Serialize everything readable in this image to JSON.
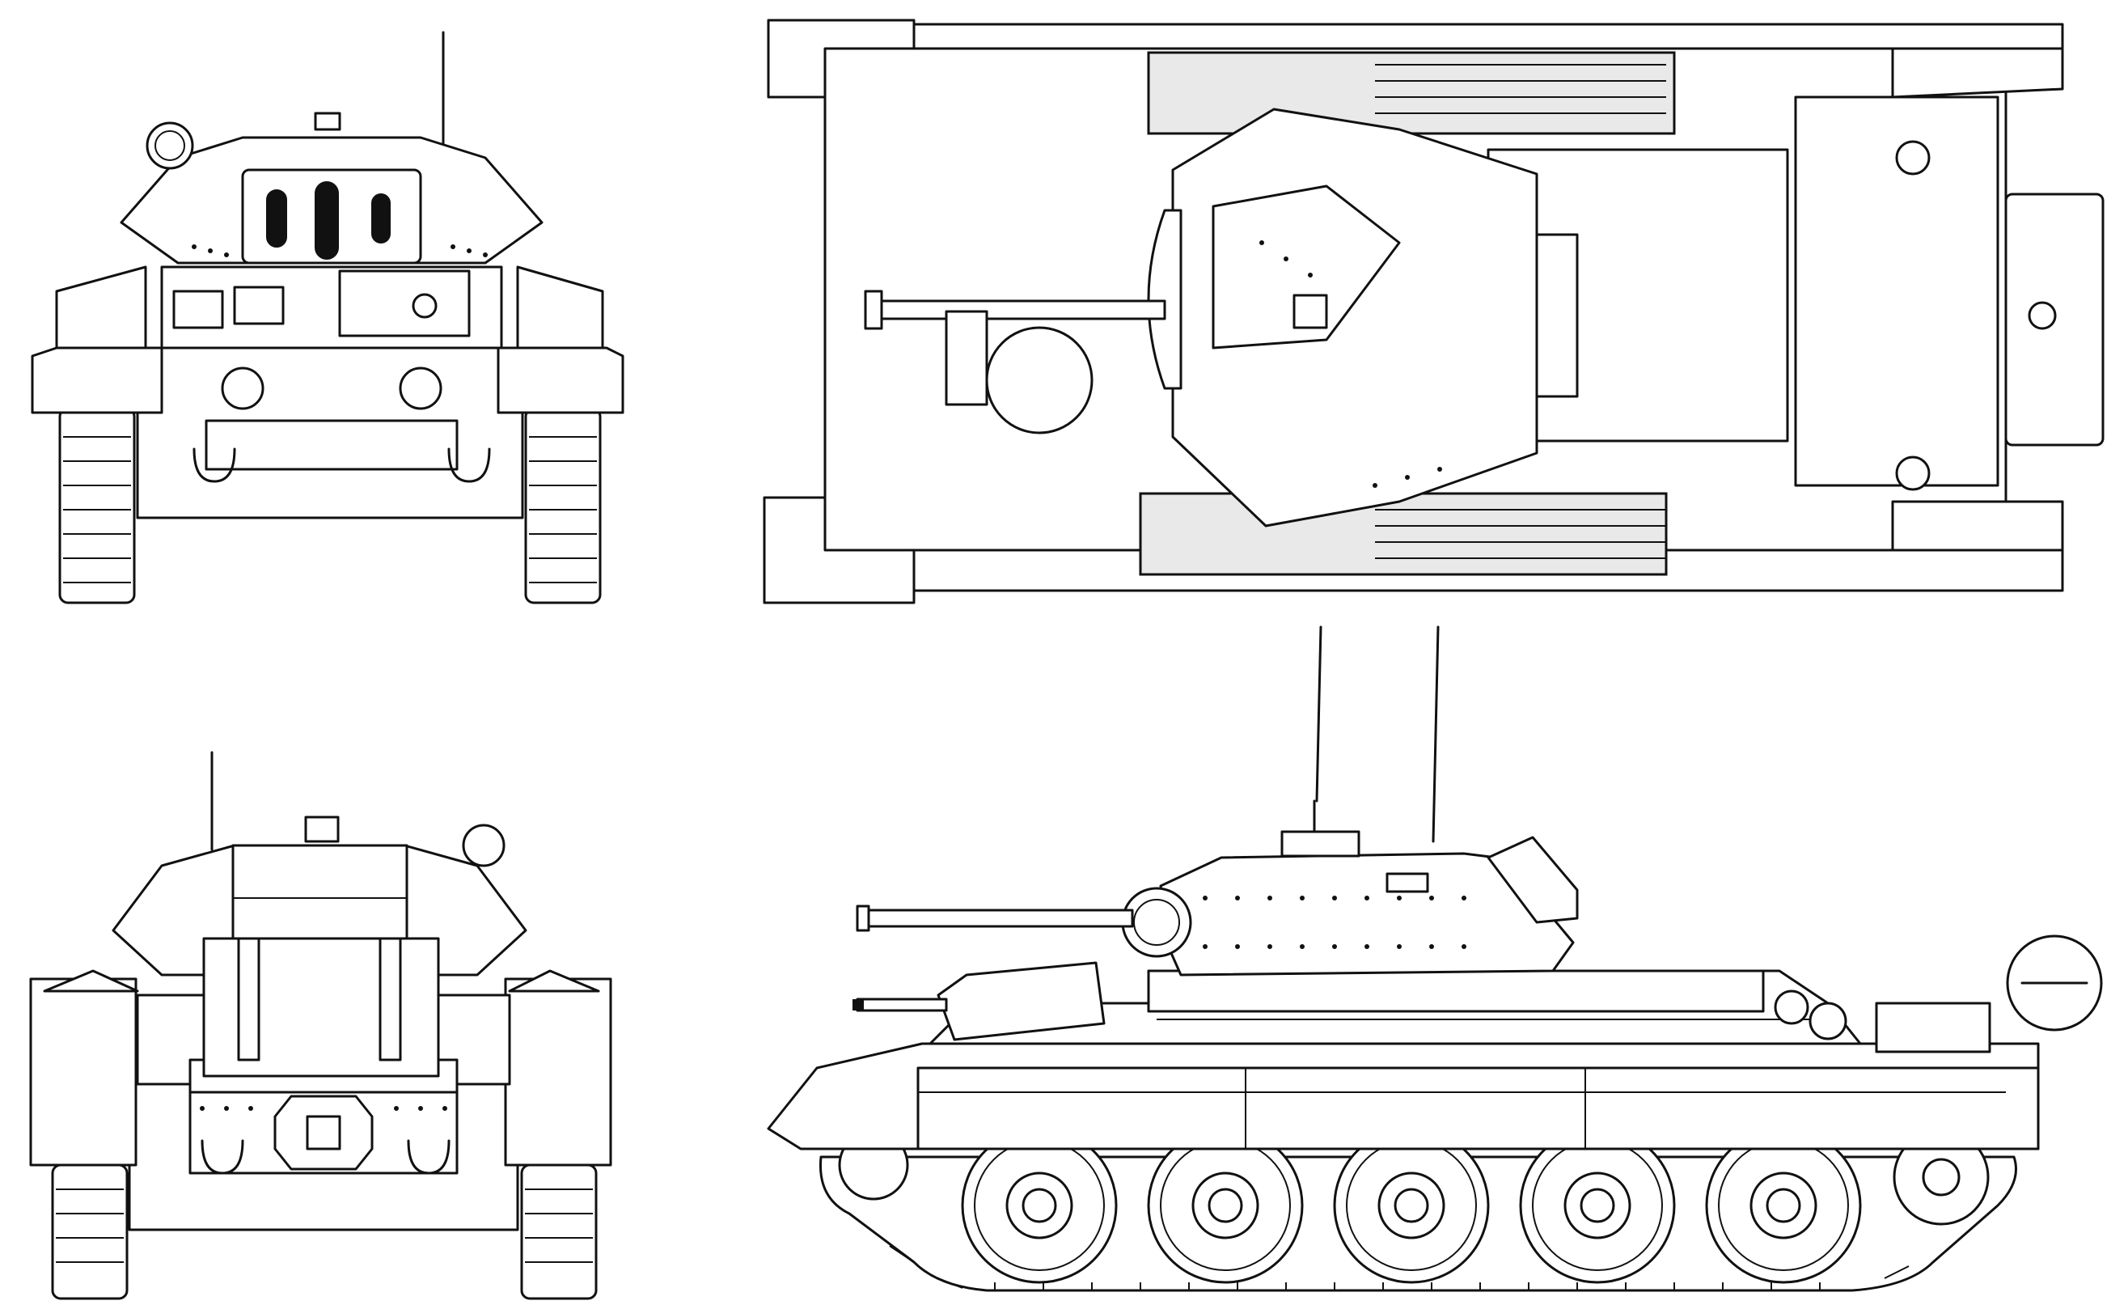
{
  "drawing": {
    "views": [
      {
        "id": "front",
        "label": ""
      },
      {
        "id": "top",
        "label": ""
      },
      {
        "id": "rear",
        "label": ""
      },
      {
        "id": "side",
        "label": ""
      }
    ],
    "colors": {
      "ink": "#111111",
      "paper": "#ffffff",
      "panel": "#e9e9e9"
    }
  }
}
